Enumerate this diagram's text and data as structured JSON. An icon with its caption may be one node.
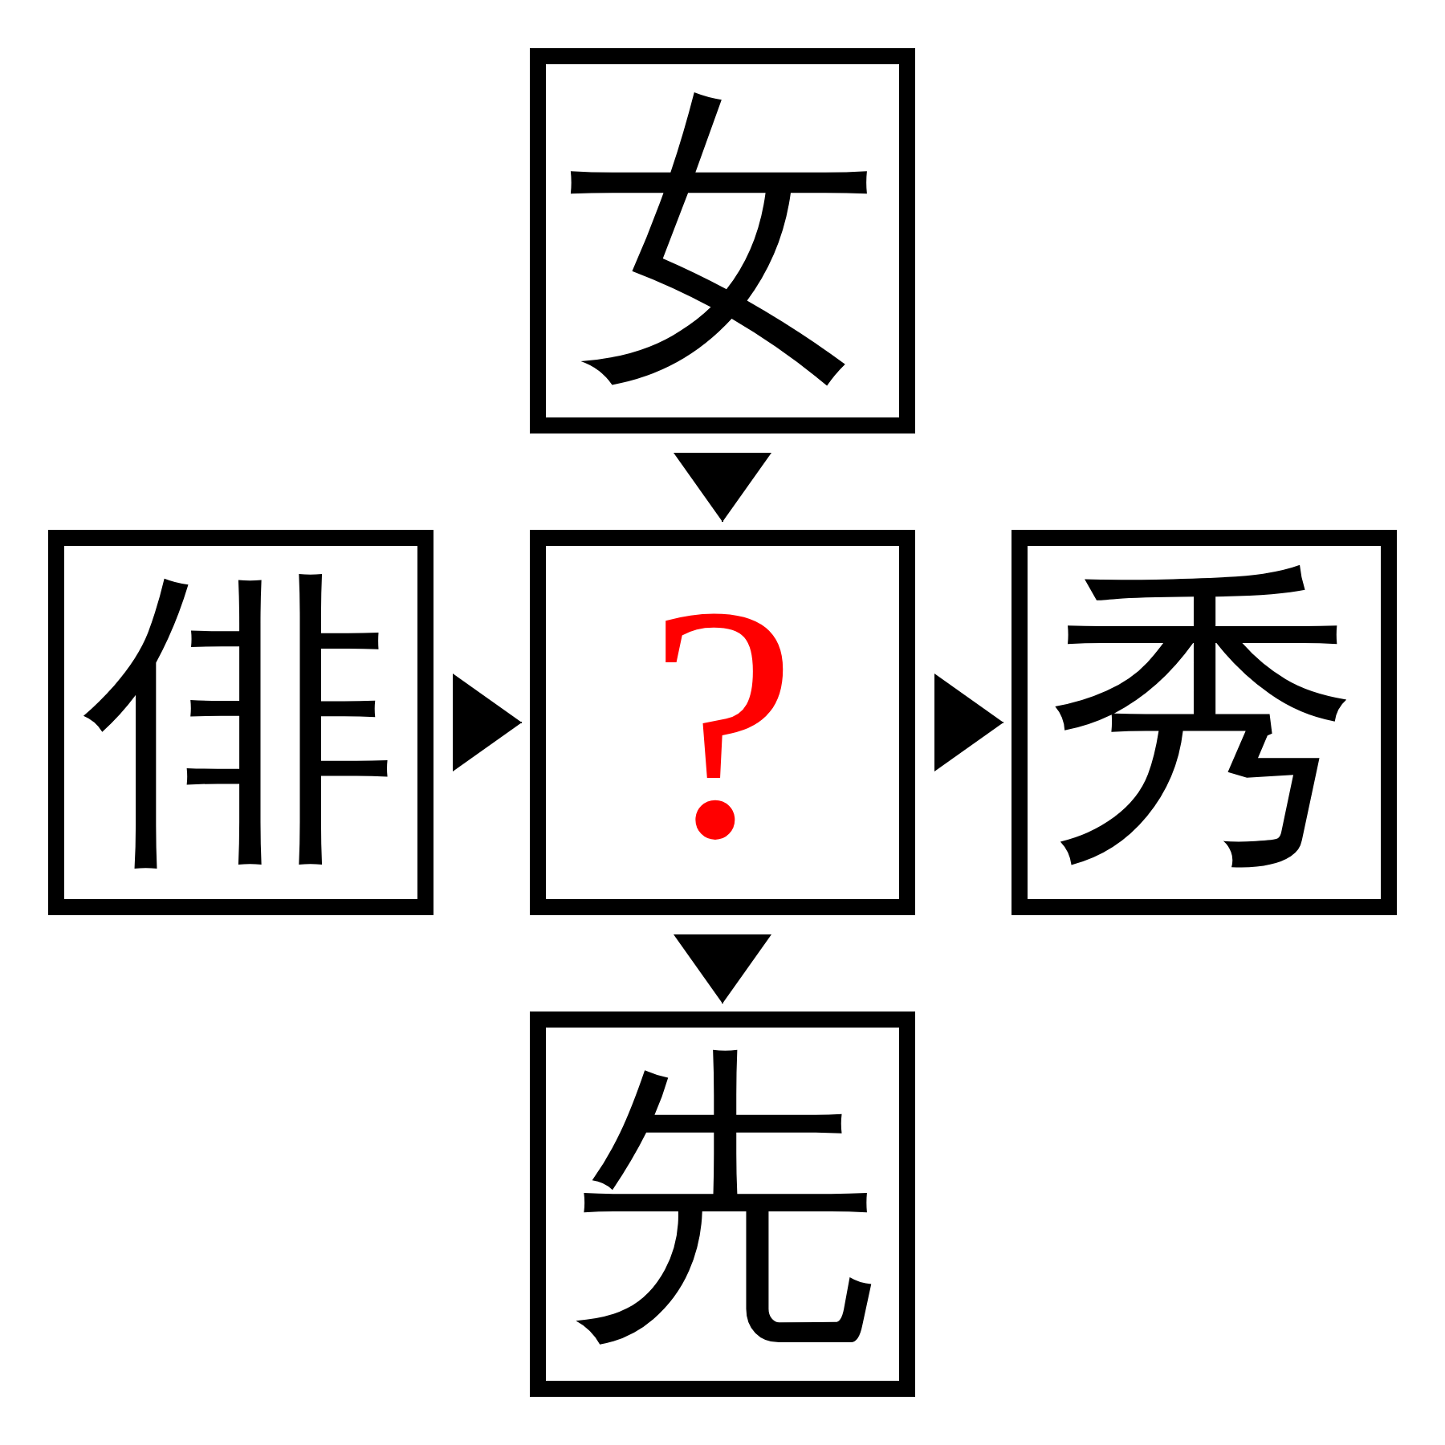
{
  "diagram": {
    "nodes": [
      {
        "text": [
          "女"
        ]
      },
      {
        "text": [
          "俳"
        ]
      },
      {
        "text": [
          "?"
        ]
      },
      {
        "text": [
          "秀"
        ]
      },
      {
        "text": [
          "先"
        ]
      }
    ],
    "edges": [
      {
        "from": 0,
        "to": 2,
        "arrow": "to"
      },
      {
        "from": 1,
        "to": 2,
        "arrow": "to"
      },
      {
        "from": 2,
        "to": 3,
        "arrow": "to"
      },
      {
        "from": 2,
        "to": 4,
        "arrow": "to"
      }
    ]
  }
}
